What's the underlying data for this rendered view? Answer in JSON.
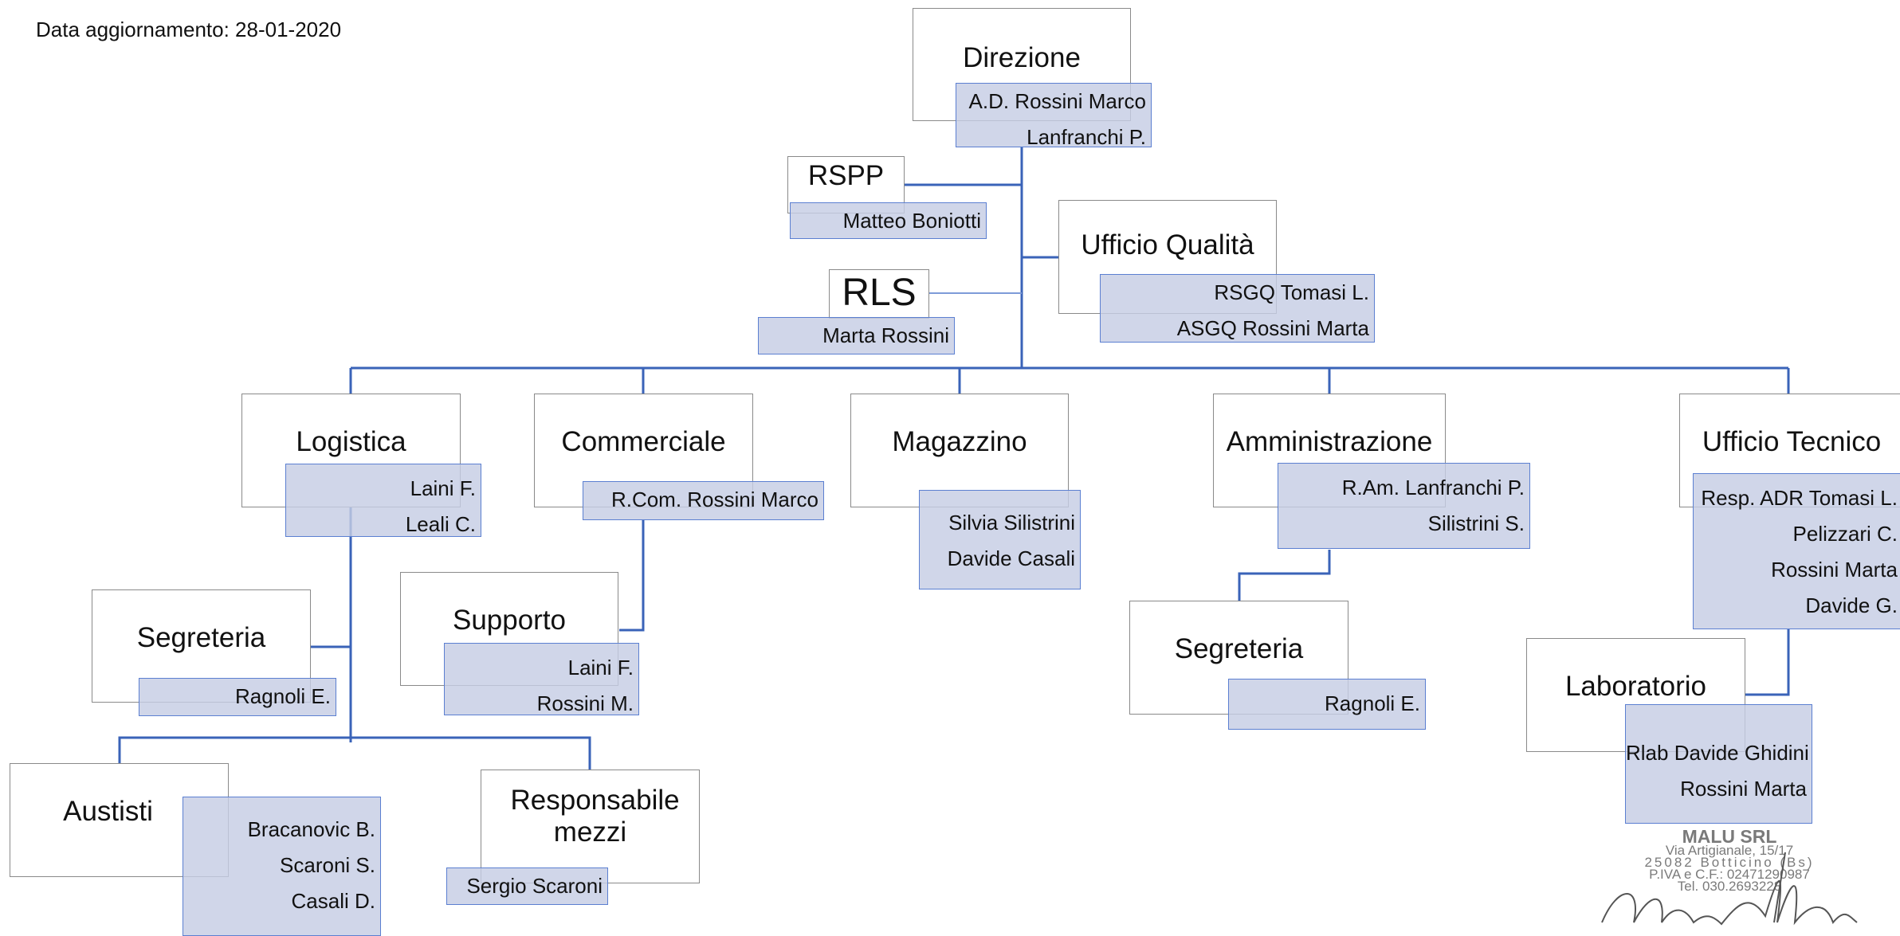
{
  "header": {
    "update_date": "Data aggiornamento: 28-01-2020"
  },
  "org": {
    "direzione": {
      "title": "Direzione",
      "people": [
        "A.D. Rossini Marco",
        "Lanfranchi P."
      ]
    },
    "rspp": {
      "title": "RSPP",
      "people": [
        "Matteo Boniotti"
      ]
    },
    "qualita": {
      "title": "Ufficio Qualità",
      "people": [
        "RSGQ Tomasi L.",
        "ASGQ Rossini Marta"
      ]
    },
    "rls": {
      "title": "RLS",
      "people": [
        "Marta Rossini"
      ]
    },
    "logistica": {
      "title": "Logistica",
      "people": [
        "Laini F.",
        "Leali C."
      ]
    },
    "commerciale": {
      "title": "Commerciale",
      "people": [
        "R.Com. Rossini Marco"
      ]
    },
    "magazzino": {
      "title": "Magazzino",
      "people": [
        "Silvia Silistrini",
        "Davide Casali"
      ]
    },
    "amministrazione": {
      "title": "Amministrazione",
      "people": [
        "R.Am. Lanfranchi P.",
        "Silistrini S."
      ]
    },
    "tecnico": {
      "title": "Ufficio Tecnico",
      "people": [
        "Resp. ADR Tomasi L.",
        "Pelizzari C.",
        "Rossini Marta",
        "Davide G."
      ]
    },
    "segreteria_log": {
      "title": "Segreteria",
      "people": [
        "Ragnoli E."
      ]
    },
    "supporto": {
      "title": "Supporto",
      "people": [
        "Laini F.",
        "Rossini M."
      ]
    },
    "segreteria_amm": {
      "title": "Segreteria",
      "people": [
        "Ragnoli E."
      ]
    },
    "laboratorio": {
      "title": "Laboratorio",
      "people": [
        "Rlab Davide Ghidini",
        "Rossini Marta"
      ]
    },
    "autisti": {
      "title": "Austisti",
      "people": [
        "Bracanovic B.",
        "Scaroni S.",
        "Casali D."
      ]
    },
    "mezzi": {
      "title": "Responsabile mezzi",
      "people": [
        "Sergio Scaroni"
      ]
    }
  },
  "stamp": {
    "name": "MALU SRL",
    "address": "Via Artigianale, 15/17",
    "city": "25082 Botticino (Bs)",
    "vat": "P.IVA e C.F.: 02471290987",
    "phone": "Tel. 030.2693228"
  }
}
